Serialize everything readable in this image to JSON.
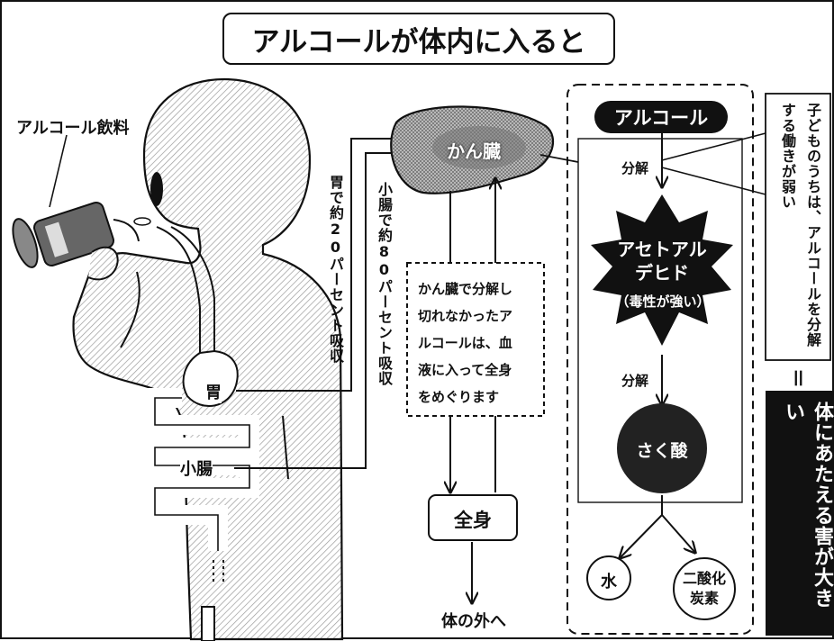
{
  "title": "アルコールが体内に入ると",
  "labels": {
    "drink": "アルコール飲料",
    "stomach": "胃",
    "small_intestine": "小腸",
    "liver": "かん臓",
    "stomach_absorb": "胃で約20パーセント吸収",
    "intestine_absorb": "小腸で約80パーセント吸収",
    "undecomposed_note": [
      "かん臓で分解し",
      "切れなかったア",
      "ルコールは、血",
      "液に入って全身",
      "をめぐります"
    ],
    "whole_body": "全身",
    "out_of_body": "体の外へ",
    "alcohol": "アルコール",
    "decompose_1": "分解",
    "acetaldehyde": [
      "アセトアル",
      "デヒド"
    ],
    "acetaldehyde_note": "（毒性が強い）",
    "decompose_2": "分解",
    "acetic_acid": "さく酸",
    "water": "水",
    "co2": [
      "二酸化",
      "炭素"
    ],
    "children_note": "子どものうちは、アルコールを分解する働きが弱い",
    "equals": "＝",
    "harm_note": "体にあたえる害が大きい"
  },
  "colors": {
    "ink": "#111111",
    "paper": "#ffffff",
    "hatch": "#9a9a9a",
    "liver_fill": "#8a8a8a"
  }
}
